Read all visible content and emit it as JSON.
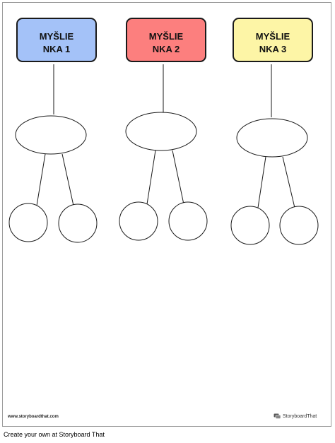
{
  "boxes": [
    {
      "line1": "MYŠLIE",
      "line2": "NKA 1",
      "fill": "#a4c2f8"
    },
    {
      "line1": "MYŠLIE",
      "line2": "NKA 2",
      "fill": "#fc7f7e"
    },
    {
      "line1": "MYŠLIE",
      "line2": "NKA 3",
      "fill": "#fdf5a6"
    }
  ],
  "footer": {
    "url": "www.storyboardthat.com",
    "brand": "StoryboardThat"
  },
  "caption": "Create your own at Storyboard That",
  "colors": {
    "outline": "#1a1a1a",
    "border": "#9a9a9a"
  },
  "icons": {
    "brand": "storyboard-logo-icon"
  }
}
